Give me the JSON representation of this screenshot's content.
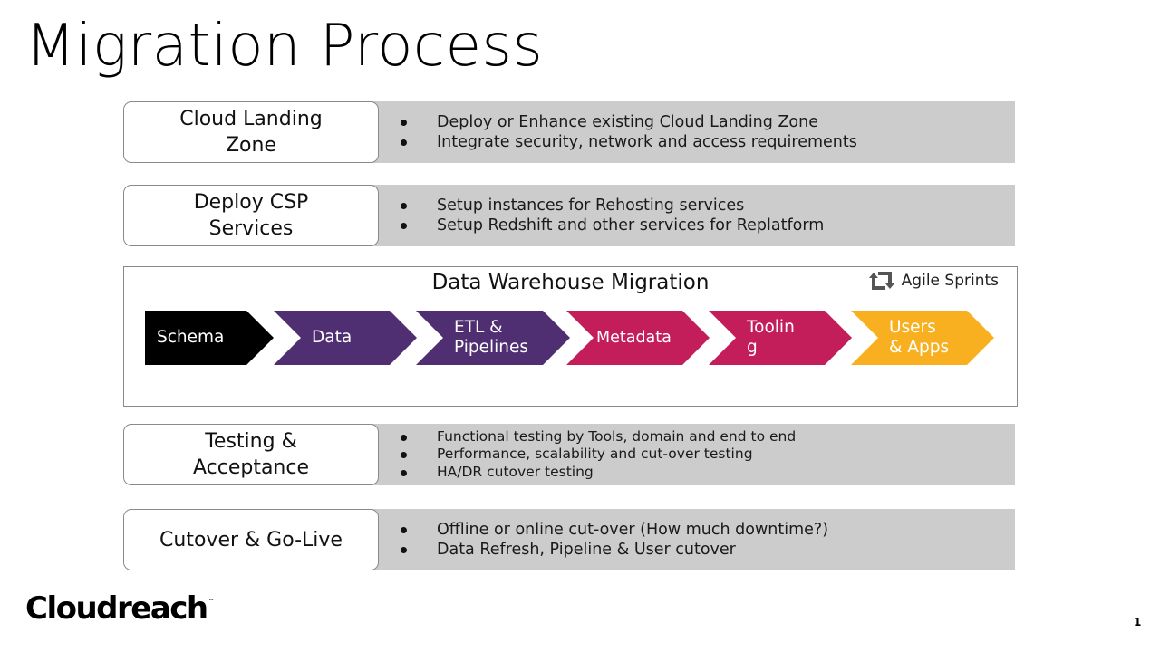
{
  "title": "Migration Process",
  "colors": {
    "bar_gray": "#cccccc",
    "schema": "#000000",
    "purple": "#4f2f72",
    "magenta": "#c41e5a",
    "amber": "#f9b020"
  },
  "steps": [
    {
      "label": "Cloud Landing Zone",
      "label_lines": [
        "Cloud Landing",
        "Zone"
      ],
      "bullets": [
        "Deploy or Enhance existing Cloud Landing Zone",
        "Integrate security, network and access requirements"
      ]
    },
    {
      "label": "Deploy CSP Services",
      "label_lines": [
        "Deploy CSP",
        "Services"
      ],
      "bullets": [
        "Setup instances for Rehosting services",
        "Setup Redshift and other services for Replatform"
      ]
    },
    {
      "label": "Testing & Acceptance",
      "label_lines": [
        "Testing &",
        "Acceptance"
      ],
      "bullets": [
        "Functional testing by Tools, domain and end to end",
        "Performance, scalability and cut-over testing",
        "HA/DR cutover testing"
      ]
    },
    {
      "label": "Cutover & Go-Live",
      "label_lines": [
        "Cutover & Go-Live"
      ],
      "bullets": [
        "Offline or online cut-over (How much downtime?)",
        "Data Refresh, Pipeline & User cutover"
      ]
    }
  ],
  "data_warehouse": {
    "title": "Data Warehouse Migration",
    "agile_label": "Agile Sprints",
    "agile_icon": "repeat-icon",
    "phases": [
      {
        "label_lines": [
          "Schema"
        ],
        "color": "#000000"
      },
      {
        "label_lines": [
          "Data"
        ],
        "color": "#4f2f72"
      },
      {
        "label_lines": [
          "ETL &",
          "Pipelines"
        ],
        "color": "#4f2f72"
      },
      {
        "label_lines": [
          "Metadata"
        ],
        "color": "#c41e5a"
      },
      {
        "label_lines": [
          "Toolin",
          "g"
        ],
        "color": "#c41e5a"
      },
      {
        "label_lines": [
          "Users",
          "& Apps"
        ],
        "color": "#f9b020"
      }
    ]
  },
  "footer": {
    "logo": "Cloudreach",
    "trademark": "™",
    "page_number": "1"
  }
}
